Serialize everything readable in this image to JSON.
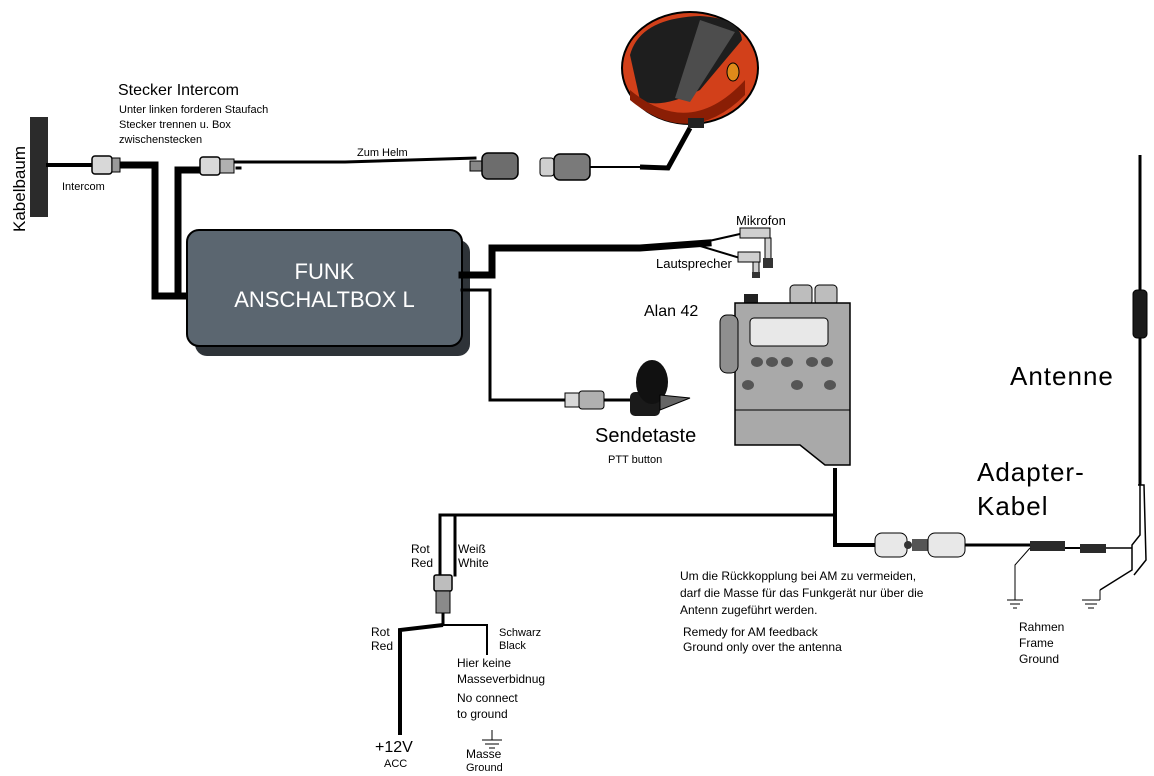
{
  "labels": {
    "kabelbaum": "Kabelbaum",
    "intercom": "Intercom",
    "stecker_intercom": "Stecker Intercom",
    "stecker_note_1": "Unter linken forderen Staufach",
    "stecker_note_2": "Stecker trennen u. Box",
    "stecker_note_3": "zwischenstecken",
    "zum_helm": "Zum Helm",
    "box_line_1": "FUNK",
    "box_line_2": "ANSCHALTBOX L",
    "mikrofon": "Mikrofon",
    "lautsprecher": "Lautsprecher",
    "alan": "Alan 42",
    "sendetaste": "Sendetaste",
    "ptt": "PTT button",
    "antenne": "Antenne",
    "adapter_1": "Adapter-",
    "adapter_2": "Kabel",
    "rot_1": "Rot",
    "red_1": "Red",
    "weiss": "Weiß",
    "white": "White",
    "rot_2": "Rot",
    "red_2": "Red",
    "schwarz": "Schwarz",
    "black": "Black",
    "hier_keine": "Hier keine",
    "masseverbindung": "Masseverbidnug",
    "no_connect": "No connect",
    "to_ground": "to ground",
    "plus12v": "+12V",
    "acc": "ACC",
    "masse": "Masse",
    "ground_1": "Ground",
    "um_1": "Um die Rückkopplung bei AM zu vermeiden,",
    "um_2": "darf die Masse für das Funkgerät nur über die",
    "um_3": "Antenn zugeführt werden.",
    "remedy_1": "Remedy for AM feedback",
    "remedy_2": "Ground only over the antenna",
    "rahmen": "Rahmen",
    "frame": "Frame",
    "ground_2": "Ground"
  },
  "colors": {
    "box_fill": "#5b6670",
    "box_shadow": "#2e3338",
    "helmet": "#d2401a",
    "radio_body": "#a9a9a9",
    "cable": "#000000"
  }
}
